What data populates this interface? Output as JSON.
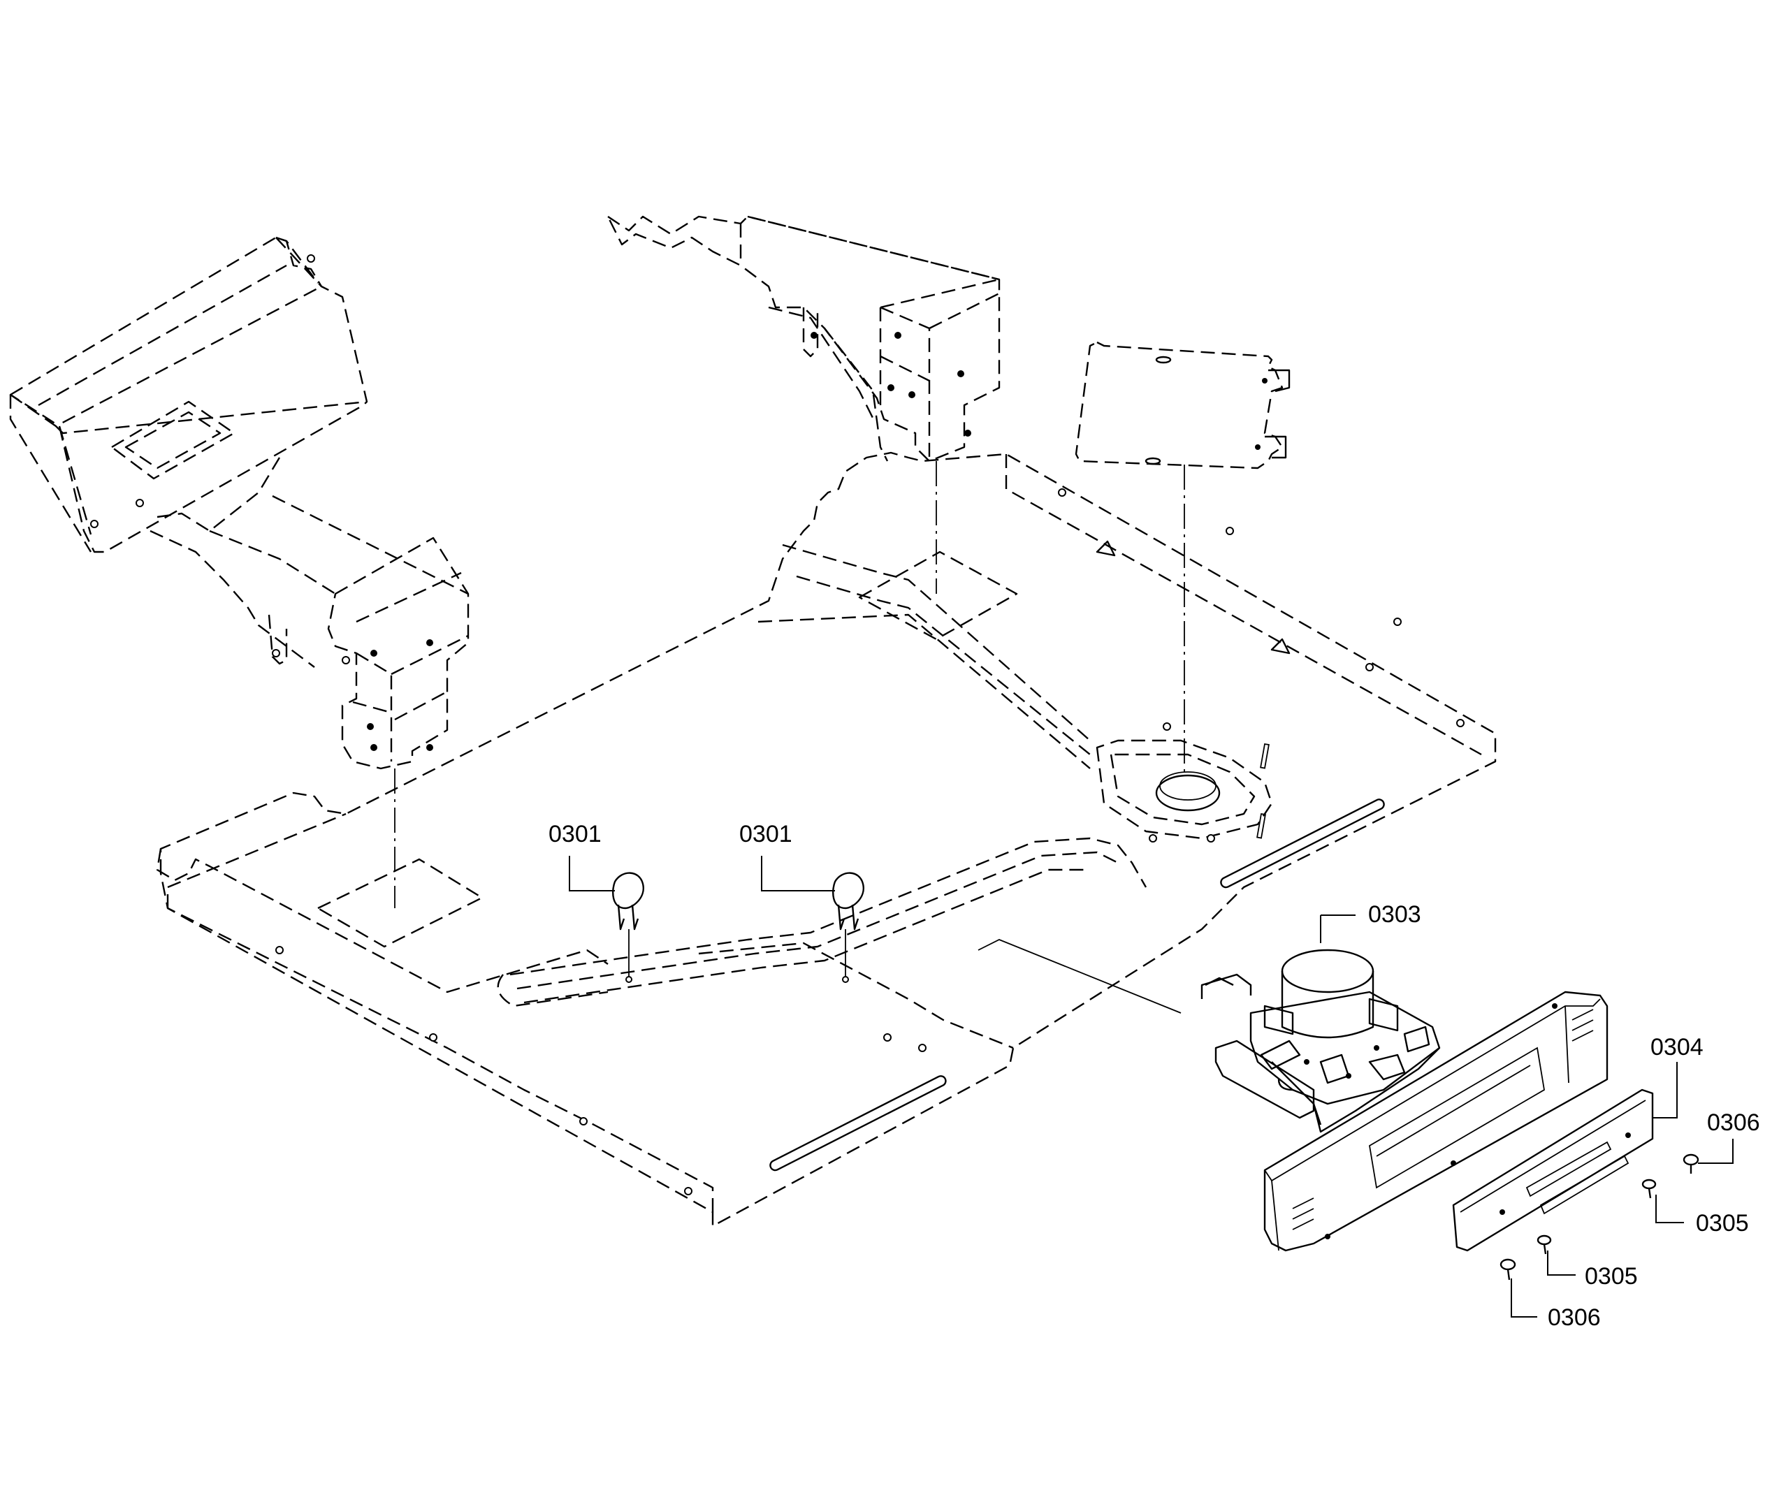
{
  "callouts": {
    "c0301a": "0301",
    "c0301b": "0301",
    "c0303": "0303",
    "c0304": "0304",
    "c0305a": "0305",
    "c0305b": "0305",
    "c0306a": "0306",
    "c0306b": "0306"
  },
  "colors": {
    "line": "#000000",
    "background": "#ffffff"
  }
}
